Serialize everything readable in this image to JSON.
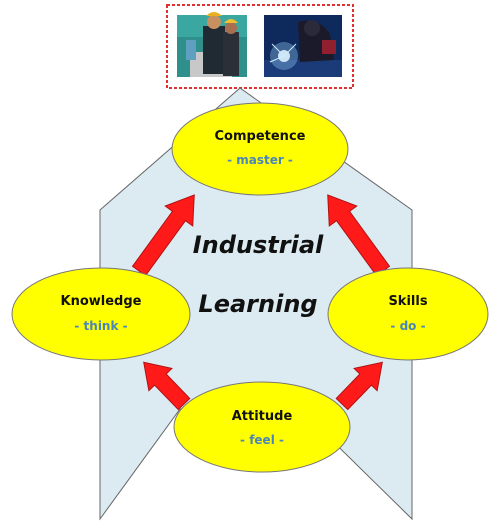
{
  "title": {
    "line1": "Industrial",
    "line2": "Learning"
  },
  "nodes": {
    "competence": {
      "title": "Competence",
      "subtitle": "- master -"
    },
    "knowledge": {
      "title": "Knowledge",
      "subtitle": "- think -"
    },
    "skills": {
      "title": "Skills",
      "subtitle": "- do -"
    },
    "attitude": {
      "title": "Attitude",
      "subtitle": "- feel -"
    }
  },
  "colors": {
    "background_shape": "#dcebf2",
    "shape_stroke": "#666666",
    "node_fill": "#ffff00",
    "node_stroke": "#777777",
    "arrow_fill": "#ff1a1a",
    "photo_border": "#e03030"
  },
  "images": [
    {
      "name": "engineers-photo"
    },
    {
      "name": "welder-photo"
    }
  ]
}
